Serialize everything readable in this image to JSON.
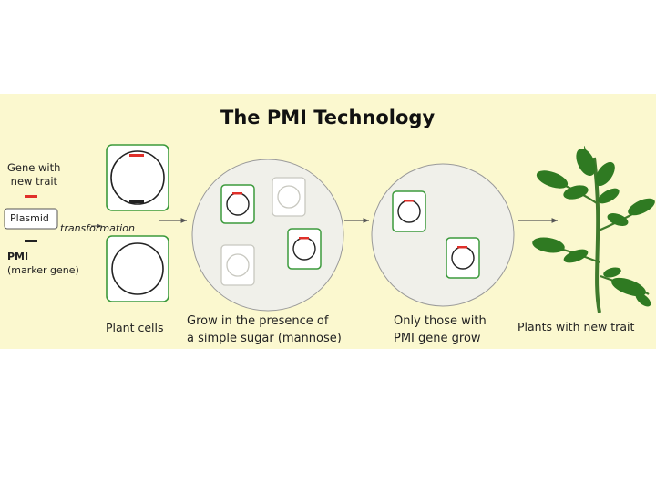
{
  "diagram": {
    "title": "The PMI Technology",
    "gene_label": "Gene with\n new trait",
    "plasmid_label": "Plasmid",
    "transformation_label": "transformation",
    "pmi_label": "PMI",
    "marker_label": "(marker gene)",
    "plant_cells_label": "Plant cells",
    "grow_label": "Grow in the presence of\na simple sugar (mannose)",
    "only_label": "Only those with\nPMI gene grow",
    "plants_label": "Plants with new trait",
    "colors": {
      "background": "#fbf8cf",
      "cell_border": "#3c9a3c",
      "dish": "#f0f0ea",
      "gene_marker": "#e0302a",
      "leaf": "#2f7a22",
      "stem": "#3f7a2c",
      "arrow": "#555555"
    }
  }
}
